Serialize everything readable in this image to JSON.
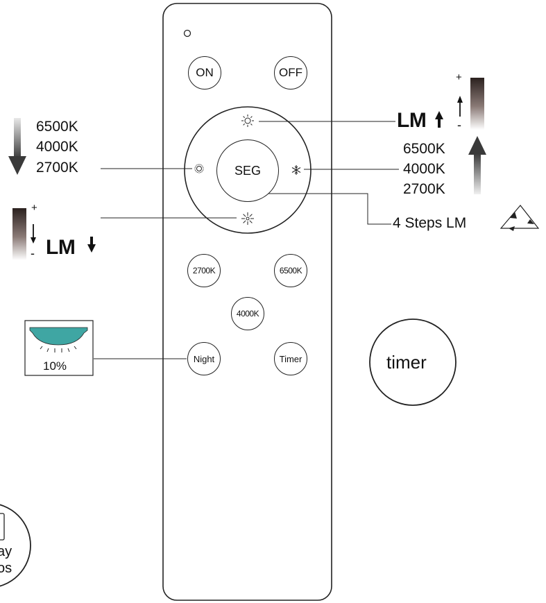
{
  "remote": {
    "buttons": {
      "on": "ON",
      "off": "OFF",
      "seg": "SEG",
      "k2700": "2700K",
      "k6500": "6500K",
      "k4000": "4000K",
      "night": "Night",
      "timer": "Timer"
    }
  },
  "left_cct": {
    "line1": "6500K",
    "line2": "4000K",
    "line3": "2700K"
  },
  "left_dim": {
    "plus": "+",
    "minus": "-",
    "label": "LM"
  },
  "right_bright": {
    "plus": "+",
    "minus": "-",
    "label": "LM"
  },
  "right_cct": {
    "line1": "6500K",
    "line2": "4000K",
    "line3": "2700K"
  },
  "steps": {
    "label": "4 Steps LM"
  },
  "night_panel": {
    "value": "10%"
  },
  "timer_circle": {
    "label": "timer"
  },
  "bottom_circle": {
    "line1": "ay",
    "line2": "os"
  },
  "colors": {
    "stroke": "#222222",
    "lamp_teal": "#3fa6a3",
    "gradient_dark": "#3a2f2c",
    "arrow_gray": "#555555"
  }
}
